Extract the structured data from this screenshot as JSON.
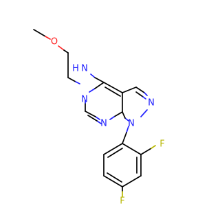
{
  "molecule": {
    "atoms": {
      "oxygen": {
        "label": "O",
        "color": "#ff2020"
      },
      "amine_n": {
        "label": "N",
        "color": "#2020ff"
      },
      "amine_h": {
        "label": "H",
        "color": "#2020ff"
      },
      "pyrimidine_n1": {
        "label": "N",
        "color": "#2020ff"
      },
      "pyrimidine_n2": {
        "label": "N",
        "color": "#2020ff"
      },
      "pyrazole_n1": {
        "label": "N",
        "color": "#2020ff"
      },
      "pyrazole_n2": {
        "label": "N",
        "color": "#2020ff"
      },
      "fluorine_1": {
        "label": "F",
        "color": "#b7b700"
      },
      "fluorine_2": {
        "label": "F",
        "color": "#b7b700"
      }
    }
  }
}
